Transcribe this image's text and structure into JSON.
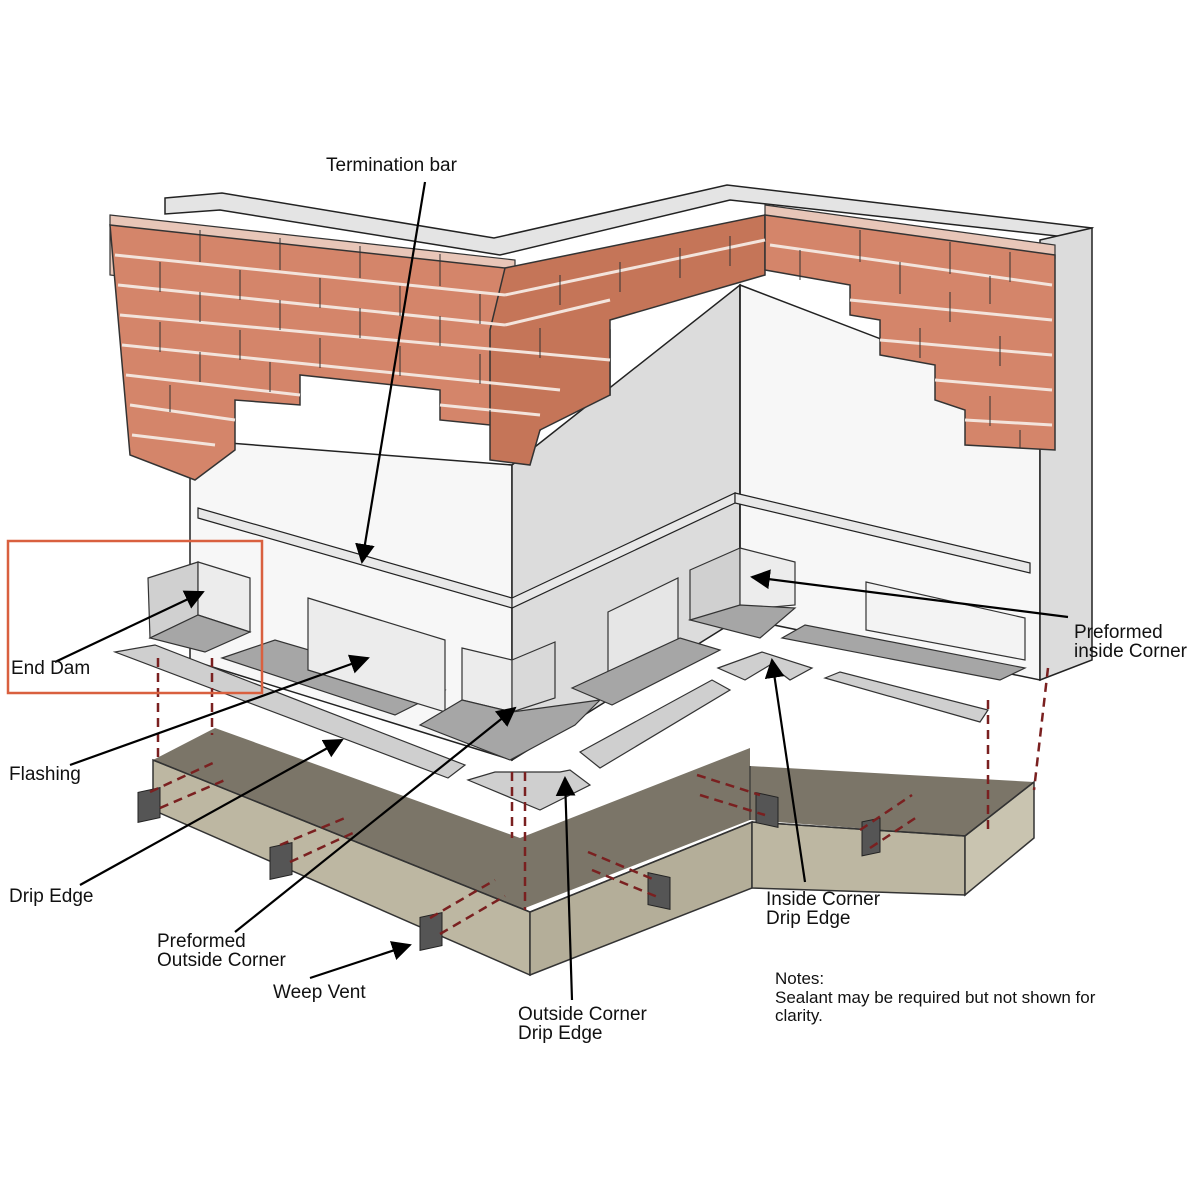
{
  "labels": {
    "termination_bar": "Termination bar",
    "preformed_inside_corner": [
      "Preformed",
      "inside Corner"
    ],
    "end_dam": "End Dam",
    "flashing": "Flashing",
    "drip_edge": "Drip Edge",
    "preformed_outside_corner": [
      "Preformed",
      "Outside Corner"
    ],
    "weep_vent": "Weep Vent",
    "outside_corner_drip_edge": [
      "Outside Corner",
      "Drip Edge"
    ],
    "inside_corner_drip_edge": [
      "Inside Corner",
      "Drip Edge"
    ],
    "notes_title": "Notes:",
    "notes_lines": [
      "Sealant may be required but not shown for",
      "clarity."
    ]
  },
  "colors": {
    "brick": "#d4856a",
    "brick_side": "#b86a50",
    "mortar": "#f2e6e0",
    "wall_light": "#f3f3f3",
    "wall_shade": "#dedede",
    "flashing": "#a6a6a6",
    "drip_edge": "#cfcfcf",
    "foundation_top": "#7b7568",
    "foundation_side": "#bdb7a2",
    "dash": "#7a2020",
    "highlight_box": "#d9603f",
    "arrow": "#000000"
  }
}
